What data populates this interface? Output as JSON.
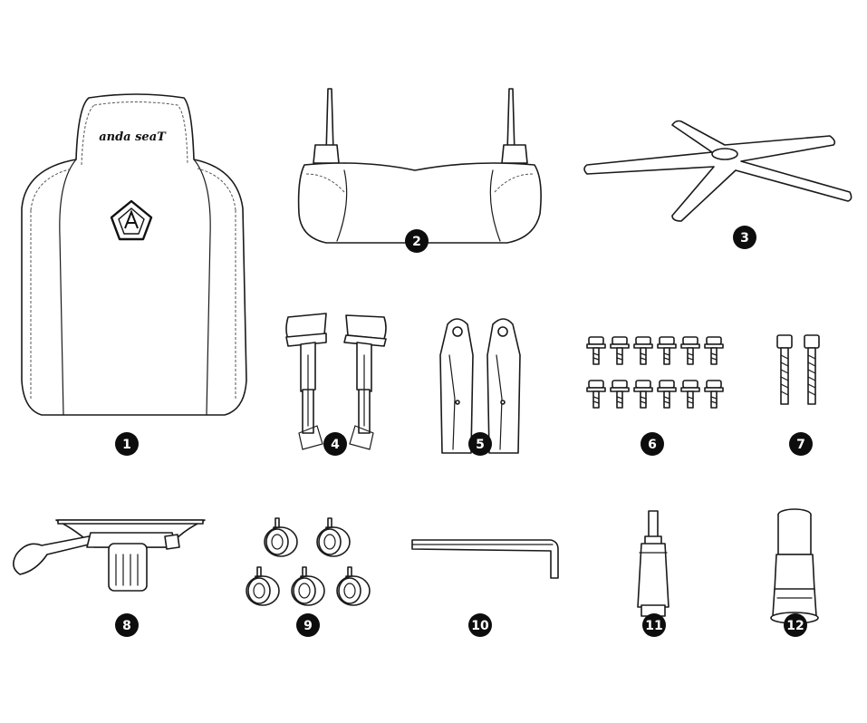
{
  "brand": {
    "logo_text": "anda seaT"
  },
  "parts": [
    {
      "number": "1",
      "icon": "backrest-icon"
    },
    {
      "number": "2",
      "icon": "seat-cushion-icon"
    },
    {
      "number": "3",
      "icon": "five-star-base-icon"
    },
    {
      "number": "4",
      "icon": "armrests-icon"
    },
    {
      "number": "5",
      "icon": "side-covers-icon"
    },
    {
      "number": "6",
      "icon": "short-screws-icon"
    },
    {
      "number": "7",
      "icon": "long-bolts-icon"
    },
    {
      "number": "8",
      "icon": "tilt-mechanism-icon"
    },
    {
      "number": "9",
      "icon": "casters-icon"
    },
    {
      "number": "10",
      "icon": "allen-key-icon"
    },
    {
      "number": "11",
      "icon": "gas-lift-icon"
    },
    {
      "number": "12",
      "icon": "gas-lift-cover-icon"
    }
  ]
}
